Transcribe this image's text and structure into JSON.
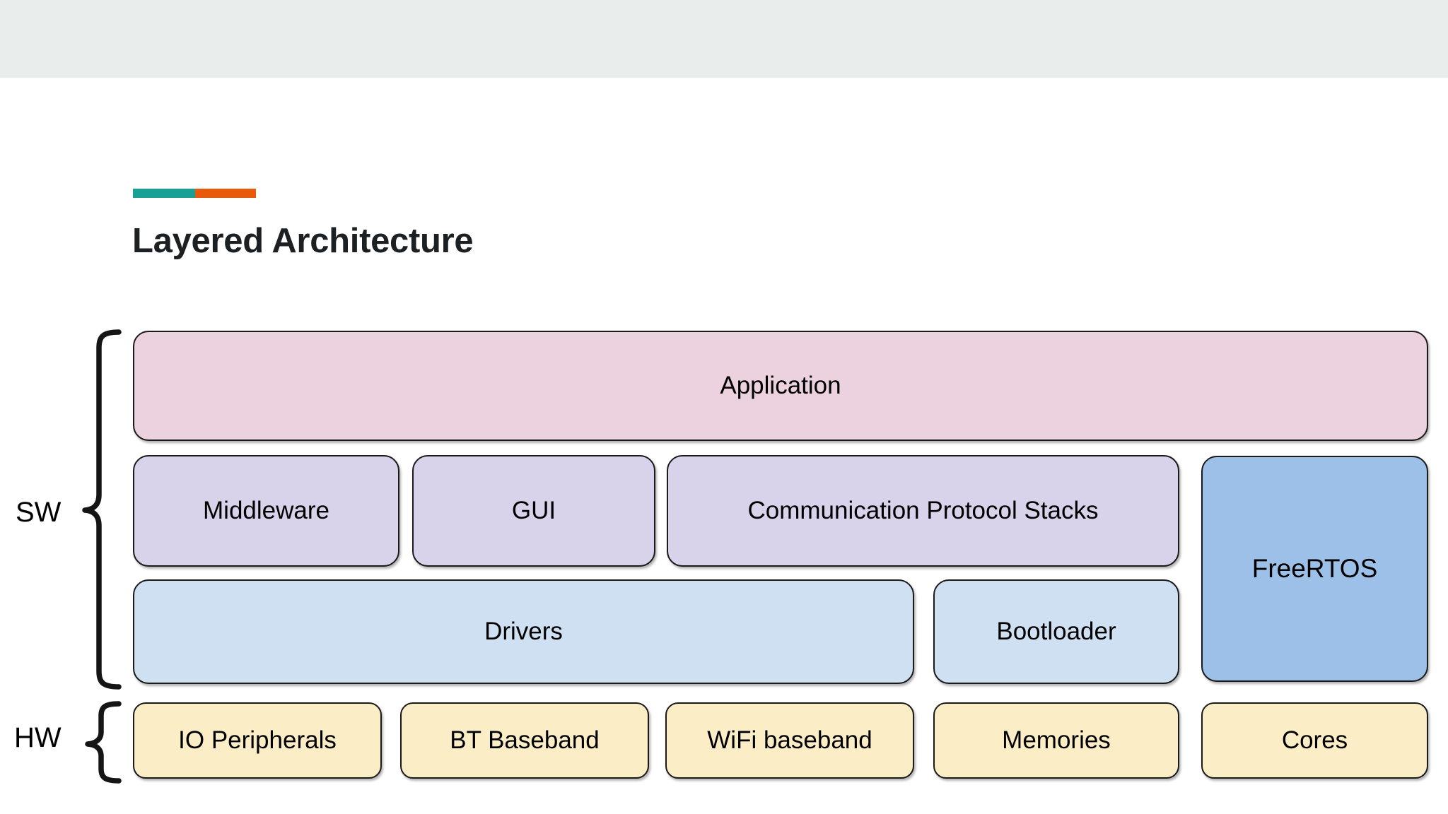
{
  "slide": {
    "title": "Layered Architecture",
    "accent_colors": {
      "left": "#17a093",
      "right": "#e8590c"
    },
    "top_band_color": "#e9eeec",
    "background": "#ffffff"
  },
  "diagram": {
    "type": "layered-block-diagram",
    "group_labels": [
      {
        "id": "sw",
        "label": "SW",
        "covers": [
          "Application",
          "Middleware",
          "GUI",
          "Communication Protocol Stacks",
          "FreeRTOS",
          "Drivers",
          "Bootloader"
        ]
      },
      {
        "id": "hw",
        "label": "HW",
        "covers": [
          "IO Peripherals",
          "BT Baseband",
          "WiFi baseband",
          "Memories",
          "Cores"
        ]
      }
    ],
    "layers": [
      {
        "name": "application-layer",
        "fill": "#ecd2de",
        "blocks": [
          {
            "label": "Application"
          }
        ]
      },
      {
        "name": "middleware-layer",
        "fill": "#d8d2ea",
        "blocks": [
          {
            "label": "Middleware"
          },
          {
            "label": "GUI"
          },
          {
            "label": "Communication Protocol Stacks"
          }
        ]
      },
      {
        "name": "driver-layer",
        "fill": "#cfe0f2",
        "blocks": [
          {
            "label": "Drivers"
          },
          {
            "label": "Bootloader"
          }
        ]
      },
      {
        "name": "rtos-column",
        "fill": "#9cc0e8",
        "blocks": [
          {
            "label": "FreeRTOS"
          }
        ]
      },
      {
        "name": "hardware-layer",
        "fill": "#fbedc5",
        "blocks": [
          {
            "label": "IO Peripherals"
          },
          {
            "label": "BT Baseband"
          },
          {
            "label": "WiFi baseband"
          },
          {
            "label": "Memories"
          },
          {
            "label": "Cores"
          }
        ]
      }
    ]
  }
}
